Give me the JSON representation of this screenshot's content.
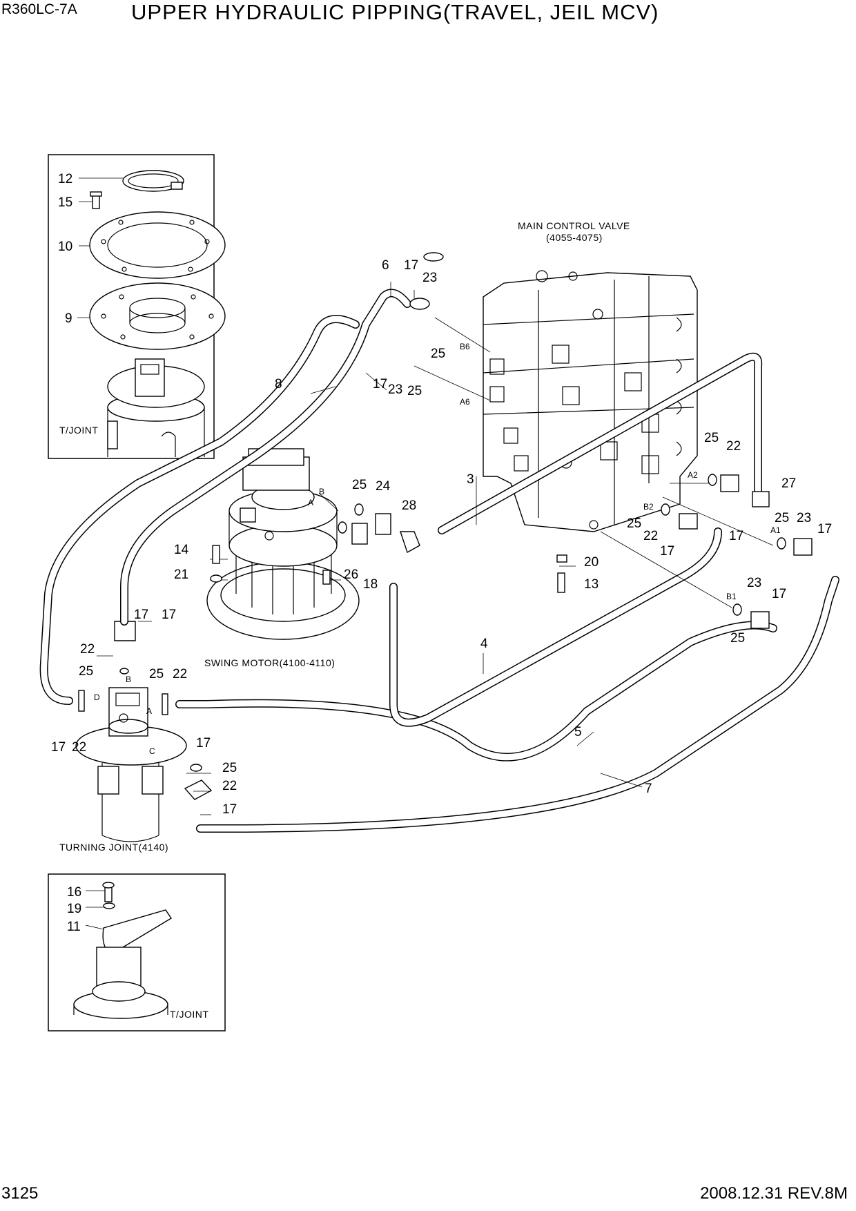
{
  "header": {
    "model": "R360LC-7A",
    "title": "UPPER HYDRAULIC PIPPING(TRAVEL, JEIL MCV)"
  },
  "footer": {
    "page": "3125",
    "revision": "2008.12.31  REV.8M"
  },
  "captions": {
    "main_control_valve": "MAIN CONTROL VALVE",
    "main_control_valve_range": "(4055-4075)",
    "swing_motor": "SWING MOTOR(4100-4110)",
    "turning_joint": "TURNING JOINT(4140)",
    "tjoint_top": "T/JOINT",
    "tjoint_bottom": "T/JOINT"
  },
  "inset_top": {
    "callouts": [
      "12",
      "15",
      "10",
      "9"
    ]
  },
  "inset_bottom": {
    "callouts": [
      "16",
      "19",
      "11"
    ]
  },
  "ports": [
    "B6",
    "A6",
    "A2",
    "B2",
    "A1",
    "B1",
    "B",
    "A",
    "B",
    "D",
    "A",
    "C"
  ],
  "callouts": [
    "6",
    "17",
    "23",
    "25",
    "17",
    "23",
    "25",
    "8",
    "25",
    "24",
    "28",
    "3",
    "25",
    "22",
    "27",
    "25",
    "22",
    "17",
    "17",
    "25",
    "23",
    "17",
    "20",
    "13",
    "14",
    "21",
    "26",
    "18",
    "17",
    "23",
    "17",
    "25",
    "4",
    "17",
    "22",
    "25",
    "25",
    "22",
    "17",
    "22",
    "17",
    "5",
    "25",
    "7",
    "22",
    "17"
  ]
}
